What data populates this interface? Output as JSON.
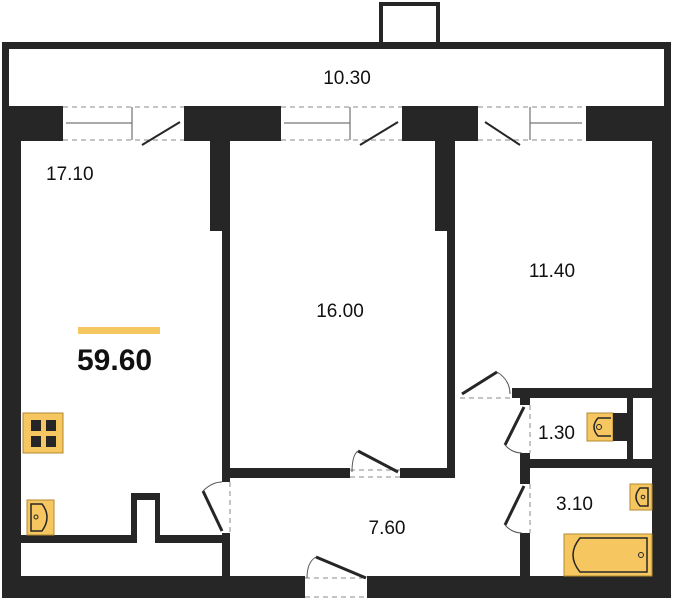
{
  "plan": {
    "total_area": "59.60",
    "accent_color": "#f6c660",
    "rooms": {
      "balcony": "10.30",
      "kitchen_living": "17.10",
      "bedroom_1": "16.00",
      "bedroom_2": "11.40",
      "wc": "1.30",
      "bathroom": "3.10",
      "hallway": "7.60"
    }
  }
}
